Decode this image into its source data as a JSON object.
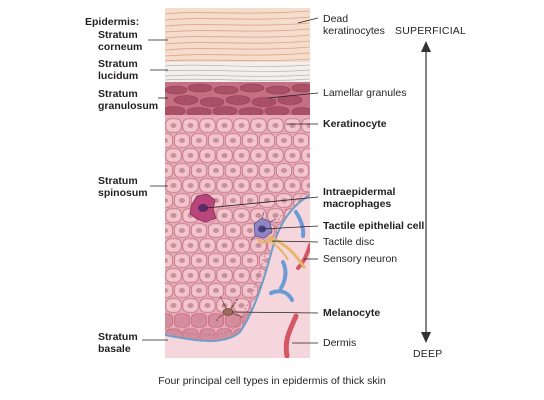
{
  "left_labels": {
    "epidermis": "Epidermis:",
    "corneum": [
      "Stratum",
      "corneum"
    ],
    "lucidum": [
      "Stratum",
      "lucidum"
    ],
    "granulosum": [
      "Stratum",
      "granulosum"
    ],
    "spinosum": [
      "Stratum",
      "spinosum"
    ],
    "basale": [
      "Stratum",
      "basale"
    ]
  },
  "right_labels": {
    "dead_keratinocytes": [
      "Dead",
      "keratinocytes"
    ],
    "lamellar_granules": "Lamellar granules",
    "keratinocyte": "Keratinocyte",
    "macrophages": [
      "Intraepidermal",
      "macrophages"
    ],
    "tactile_cell": "Tactile epithelial cell",
    "tactile_disc": "Tactile disc",
    "sensory_neuron": "Sensory neuron",
    "melanocyte": "Melanocyte",
    "dermis": "Dermis"
  },
  "direction": {
    "top": "SUPERFICIAL",
    "bottom": "DEEP"
  },
  "caption": "Four principal cell types in epidermis of thick skin",
  "colors": {
    "corneum": "#f6dccb",
    "lucidum": "#f1f0ee",
    "granulosum": "#c56f84",
    "spinosum_cell": "#f2c4cc",
    "cell_border": "#b86a7b",
    "basale": "#d88d9e",
    "basement_membrane": "#6f9fc9",
    "dermis": "#f6d6dd",
    "macrophage": "#b8467a",
    "tactile_cell": "#8f85c3",
    "nerve": "#e4b66a",
    "vessel_blue": "#6a9bd4",
    "vessel_red": "#d45765",
    "arrow": "#333333"
  }
}
